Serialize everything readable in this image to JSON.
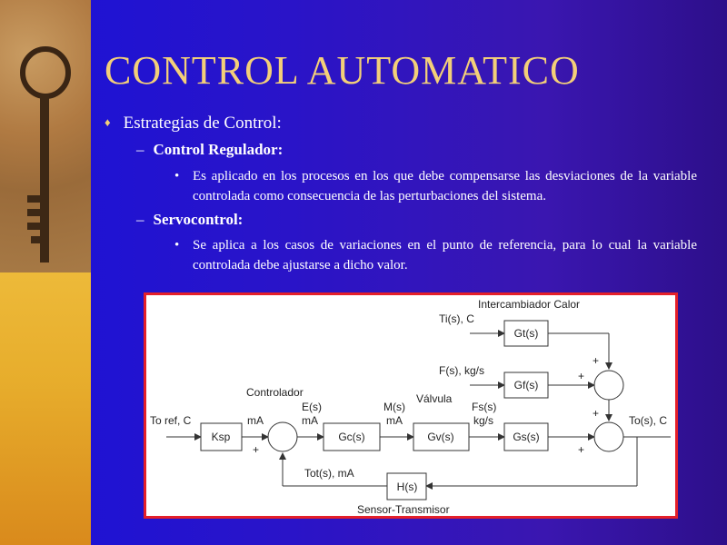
{
  "slide": {
    "title": "CONTROL AUTOMATICO",
    "bullet": "Estrategias de Control:",
    "sections": [
      {
        "heading": "Control Regulador:",
        "text": "Es aplicado en los procesos en los que debe compensarse las desviaciones de la variable controlada como consecuencia de las perturbaciones del sistema."
      },
      {
        "heading": "Servocontrol:",
        "text": "Se aplica a los casos de variaciones en el punto de referencia, para lo cual la variable controlada debe ajustarse a dicho valor."
      }
    ]
  },
  "diagram": {
    "blocks": {
      "ksp": "Ksp",
      "gc": "Gc(s)",
      "gv": "Gv(s)",
      "gs": "Gs(s)",
      "gt": "Gt(s)",
      "gf": "Gf(s)",
      "h": "H(s)"
    },
    "labels": {
      "intercambiador": "Intercambiador Calor",
      "ti": "Ti(s), C",
      "fs": "F(s), kg/s",
      "controlador": "Controlador",
      "valvula": "Válvula",
      "es": "E(s)",
      "es_unit": "mA",
      "ms": "M(s)",
      "ms_unit": "mA",
      "fss": "Fs(s)",
      "fss_unit": "kg/s",
      "toref": "To ref, C",
      "toref_unit": "mA",
      "tos": "To(s), C",
      "tot": "Tot(s), mA",
      "sensor": "Sensor-Transmisor"
    },
    "signs": {
      "plus": "+"
    }
  }
}
